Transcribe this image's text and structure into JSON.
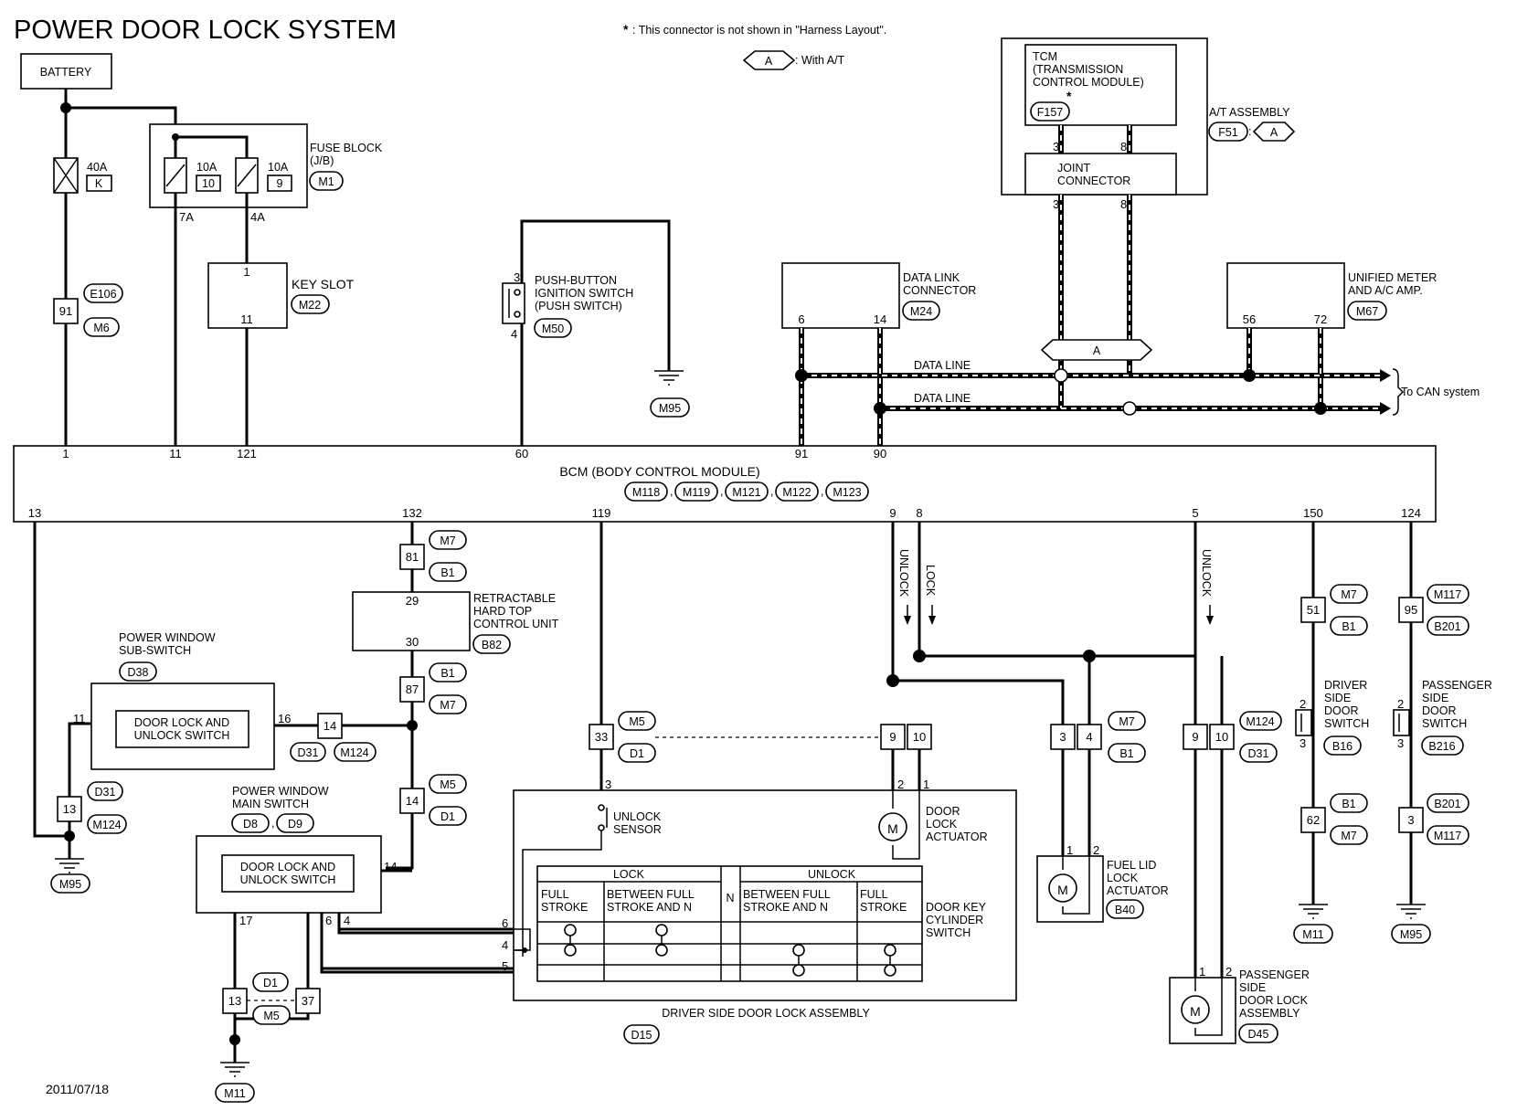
{
  "title": "POWER DOOR LOCK SYSTEM",
  "date": "2011/07/18",
  "notes": {
    "asterisk": "*",
    "connector_note": ": This connector is not shown in \"Harness Layout\".",
    "a_symbol": "A",
    "with_at": ": With A/T",
    "to_can": "To CAN system"
  },
  "labels": {
    "battery": "BATTERY",
    "fuse_40a": "40A",
    "fuse_k": "K",
    "fuse_10a_1": "10A",
    "fuse_10": "10",
    "fuse_10a_2": "10A",
    "fuse_9": "9",
    "fuse_block": [
      "FUSE BLOCK",
      "(J/B)"
    ],
    "key_slot": "KEY SLOT",
    "push_button": [
      "PUSH-BUTTON",
      "IGNITION SWITCH",
      "(PUSH SWITCH)"
    ],
    "tcm": [
      "TCM",
      "(TRANSMISSION",
      "CONTROL MODULE)"
    ],
    "joint_connector": [
      "JOINT",
      "CONNECTOR"
    ],
    "at_assembly": "A/T ASSEMBLY",
    "dlc": [
      "DATA LINK",
      "CONNECTOR"
    ],
    "meter": [
      "UNIFIED METER",
      "AND A/C AMP."
    ],
    "data_line": "DATA LINE",
    "bcm": "BCM (BODY CONTROL MODULE)",
    "retractable": [
      "RETRACTABLE",
      "HARD TOP",
      "CONTROL UNIT"
    ],
    "pw_sub": [
      "POWER WINDOW",
      "SUB-SWITCH"
    ],
    "pw_main": [
      "POWER WINDOW",
      "MAIN SWITCH"
    ],
    "door_lock_unlock_switch": [
      "DOOR LOCK AND",
      "UNLOCK SWITCH"
    ],
    "unlock": "UNLOCK",
    "lock": "LOCK",
    "unlock_sensor": [
      "UNLOCK",
      "SENSOR"
    ],
    "door_lock_actuator": [
      "DOOR",
      "LOCK",
      "ACTUATOR"
    ],
    "fuel_lid": [
      "FUEL LID",
      "LOCK",
      "ACTUATOR"
    ],
    "pass_assy": [
      "PASSENGER",
      "SIDE",
      "DOOR LOCK",
      "ASSEMBLY"
    ],
    "driver_door_switch": [
      "DRIVER",
      "SIDE",
      "DOOR",
      "SWITCH"
    ],
    "pass_door_switch": [
      "PASSENGER",
      "SIDE",
      "DOOR",
      "SWITCH"
    ],
    "driver_assy": "DRIVER SIDE DOOR LOCK ASSEMBLY",
    "key_cyl": [
      "DOOR KEY",
      "CYLINDER",
      "SWITCH"
    ],
    "motor": "M",
    "table": {
      "lock": "LOCK",
      "unlock": "UNLOCK",
      "n": "N",
      "full_stroke": [
        "FULL",
        "STROKE"
      ],
      "between": [
        "BETWEEN FULL",
        "STROKE AND N"
      ]
    }
  },
  "connectors": {
    "e106": "E106",
    "m6": "M6",
    "m1": "M1",
    "m22": "M22",
    "m50": "M50",
    "m95_top": "M95",
    "f157": "F157",
    "f51": "F51",
    "m24": "M24",
    "m67": "M67",
    "bcm": [
      "M118",
      "M119",
      "M121",
      "M122",
      "M123"
    ],
    "m7_a": "M7",
    "b1_a": "B1",
    "b82": "B82",
    "b1_b": "B1",
    "m7_b": "M7",
    "d38": "D38",
    "d31_a": "D31",
    "m124_a": "M124",
    "d31_b": "D31",
    "m124_b": "M124",
    "m95_left": "M95",
    "m5_a": "M5",
    "d1_a": "D1",
    "d8": "D8",
    "d9": "D9",
    "m5_b": "M5",
    "d1_b": "D1",
    "d1_c": "D1",
    "m5_c": "M5",
    "m11_bottom": "M11",
    "d15": "D15",
    "m7_c": "M7",
    "b1_c": "B1",
    "b40": "B40",
    "m124_c": "M124",
    "d31_c": "D31",
    "d45": "D45",
    "m7_d": "M7",
    "b1_d": "B1",
    "b16": "B16",
    "b1_e": "B1",
    "m7_e": "M7",
    "m11_r": "M11",
    "m117_a": "M117",
    "b201_a": "B201",
    "b216": "B216",
    "b201_b": "B201",
    "m117_b": "M117",
    "m95_r": "M95"
  },
  "pins": {
    "p91": "91",
    "p7a": "7A",
    "p4a": "4A",
    "ks1": "1",
    "ks11": "11",
    "ps3": "3",
    "ps4": "4",
    "tcm3": "3",
    "tcm8": "8",
    "jc3": "3",
    "jc8": "8",
    "dlc6": "6",
    "dlc14": "14",
    "m56": "56",
    "m72": "72",
    "b1": "1",
    "b11": "11",
    "b121": "121",
    "b60": "60",
    "b91": "91",
    "b90": "90",
    "b13": "13",
    "b132": "132",
    "b119": "119",
    "b9": "9",
    "b8": "8",
    "b5": "5",
    "b150": "150",
    "b124": "124",
    "c81": "81",
    "r29": "29",
    "r30": "30",
    "c87": "87",
    "c14a": "14",
    "c14b": "14",
    "s16": "16",
    "s11": "11",
    "c13": "13",
    "ms14": "14",
    "ms17": "17",
    "ms6": "6",
    "ms4": "4",
    "c13b": "13",
    "c37": "37",
    "c33": "33",
    "us3": "3",
    "c9a": "9",
    "c10a": "10",
    "da2": "2",
    "da1": "1",
    "c3": "3",
    "c4": "4",
    "fl1": "1",
    "fl2": "2",
    "c9b": "9",
    "c10b": "10",
    "pa1": "1",
    "pa2": "2",
    "c51": "51",
    "ds2": "2",
    "ds3": "3",
    "c62": "62",
    "c95": "95",
    "pd2": "2",
    "pd3": "3",
    "c3b": "3",
    "k6": "6",
    "k4": "4",
    "k5": "5"
  }
}
